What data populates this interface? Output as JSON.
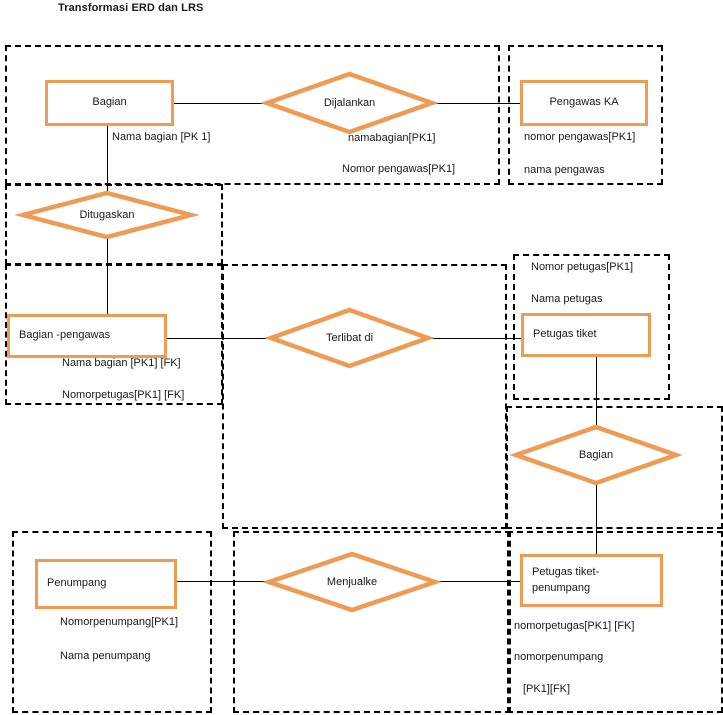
{
  "diagram": {
    "title": "Transformasi ERD dan LRS",
    "accent_color": "#ED9B55",
    "line_color": "#000000",
    "background": "#ffffff"
  },
  "entities": {
    "bagian": {
      "label": "Bagian"
    },
    "pengawas_ka": {
      "label": "Pengawas KA"
    },
    "bagian_pengawas": {
      "label": "Bagian -pengawas"
    },
    "petugas_tiket": {
      "label": "Petugas tiket"
    },
    "penumpang": {
      "label": "Penumpang"
    },
    "petugas_tiket_penumpang": {
      "label_line1": "Petugas tiket-",
      "label_line2": "penumpang"
    }
  },
  "relationships": {
    "dijalankan": {
      "label": "Dijalankan"
    },
    "ditugaskan": {
      "label": "Ditugaskan"
    },
    "terlibat_di": {
      "label": "Terlibat di"
    },
    "bagian_rel": {
      "label": "Bagian"
    },
    "menjual_ke": {
      "label": "Menjualke"
    }
  },
  "attributes": {
    "bagian": [
      "Nama bagian [PK 1]"
    ],
    "dijalankan": [
      "namabagian[PK1]",
      "Nomor pengawas[PK1]"
    ],
    "pengawas_ka": [
      "nomor pengawas[PK1]",
      "nama pengawas"
    ],
    "bagian_pengawas": [
      "Nama bagian [PK1] [FK]",
      "Nomorpetugas[PK1] [FK]"
    ],
    "petugas_tiket": [
      "Nomor petugas[PK1]",
      "Nama petugas"
    ],
    "penumpang": [
      "Nomorpenumpang[PK1]",
      "Nama penumpang"
    ],
    "petugas_tiket_penumpang": [
      "nomorpetugas[PK1] [FK]",
      "nomorpenumpang",
      "[PK1][FK]"
    ]
  }
}
